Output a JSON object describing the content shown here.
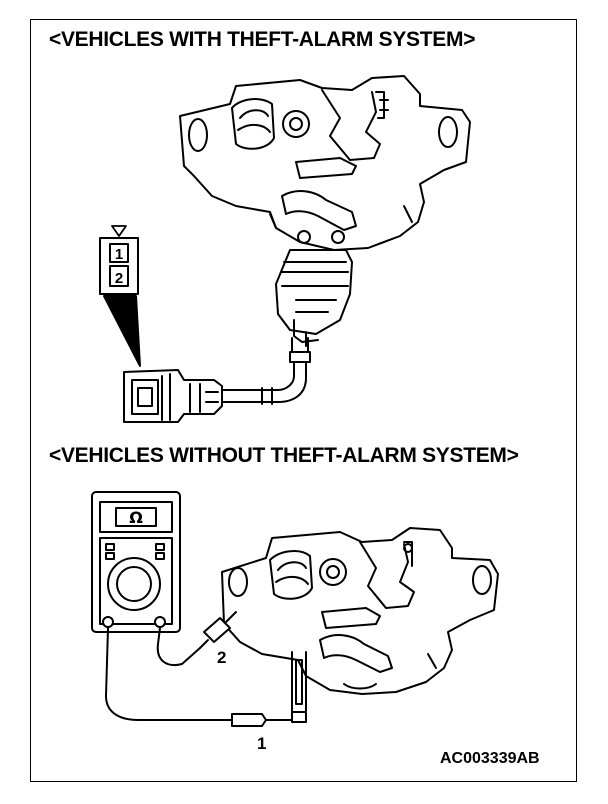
{
  "headings": {
    "with_alarm": "<VEHICLES WITH THEFT-ALARM SYSTEM>",
    "without_alarm": "<VEHICLES WITHOUT THEFT-ALARM SYSTEM>"
  },
  "connector": {
    "pin_top": "1",
    "pin_bottom": "2"
  },
  "meter": {
    "dial_symbol": "Ω"
  },
  "callouts": {
    "probe_1": "1",
    "probe_2": "2"
  },
  "figure_code": "AC003339AB"
}
